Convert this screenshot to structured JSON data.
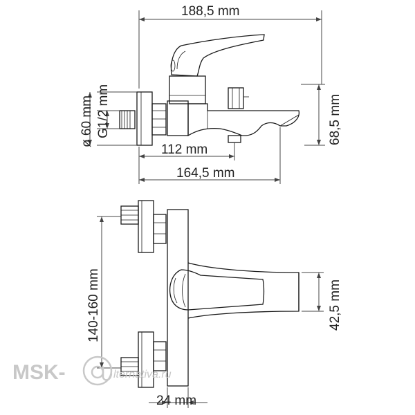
{
  "colors": {
    "line": "#1a1a1a",
    "dim": "#444444",
    "text": "#222222",
    "watermark": "#c8c8c8"
  },
  "top_view": {
    "total_length": "188,5 mm",
    "flange_diameter": "ø 60 mm",
    "thread": "G1/2 mm",
    "spout_height": "68,5 mm",
    "axis_to_outlet": "112 mm",
    "axis_to_spout_tip": "164,5 mm"
  },
  "front_view": {
    "center_distance": "140-160 mm",
    "spout_thickness": "42,5 mm",
    "body_width": "24 mm"
  },
  "watermark": {
    "brand": "MSK-",
    "domain": "lternativa.ru"
  }
}
